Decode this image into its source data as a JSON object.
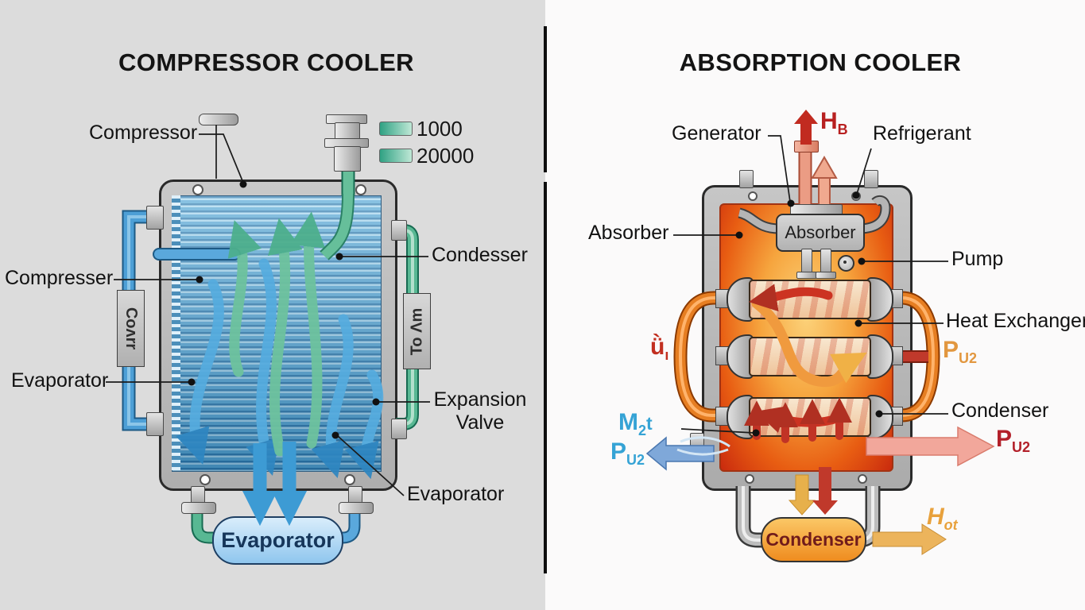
{
  "left": {
    "title": "COMPRESSOR COOLER",
    "legend": {
      "item1": "1000",
      "item2": "20000"
    },
    "callouts": {
      "compressor": "Compressor",
      "compresser": "Compresser",
      "evaporator_side": "Evaporator",
      "condesser": "Condesser",
      "expansion_line1": "Expansion",
      "expansion_line2": "Valve",
      "evaporator_bottom": "Evaporator"
    },
    "boxes": {
      "left_vertical": "Coʌrr",
      "right_vertical": "To Λm",
      "evaporator_capsule": "Evaporator"
    }
  },
  "right": {
    "title": "ABSORPTION COOLER",
    "callouts": {
      "generator": "Generator",
      "refrigerant": "Refrigerant",
      "absorber": "Absorber",
      "pump": "Pump",
      "heat_exchanger": "Heat Exchanger",
      "condenser": "Condenser"
    },
    "boxes": {
      "absorber": "Absorber",
      "condenser_capsule": "Condenser"
    },
    "annotations": {
      "hb": {
        "main": "H",
        "sub": "B"
      },
      "pu2_orange": {
        "main": "P",
        "sub": "U2"
      },
      "u_red": {
        "main": "ǜ",
        "sub": "ı"
      },
      "m2t": {
        "main": "M",
        "sub": "2",
        "tail": "t"
      },
      "pu2_blue": {
        "main": "P",
        "sub": "U2"
      },
      "pu2_red": {
        "main": "P",
        "sub": "U2"
      },
      "hot": {
        "main": "H",
        "sub": "ot"
      }
    }
  },
  "colors": {
    "left_background": "#dcdcdc",
    "right_background": "#fbfafa",
    "legend_green": "#2fa183",
    "pipe_blue": "#4d9fd6",
    "pipe_green": "#58b893",
    "pipe_orange": "#e67e22",
    "hot_red": "#c0392b",
    "salmon_arrow": "#f2a79b",
    "annotation_blue": "#35a3d5",
    "annotation_red": "#b3202a",
    "annotation_orange": "#e2973f"
  }
}
